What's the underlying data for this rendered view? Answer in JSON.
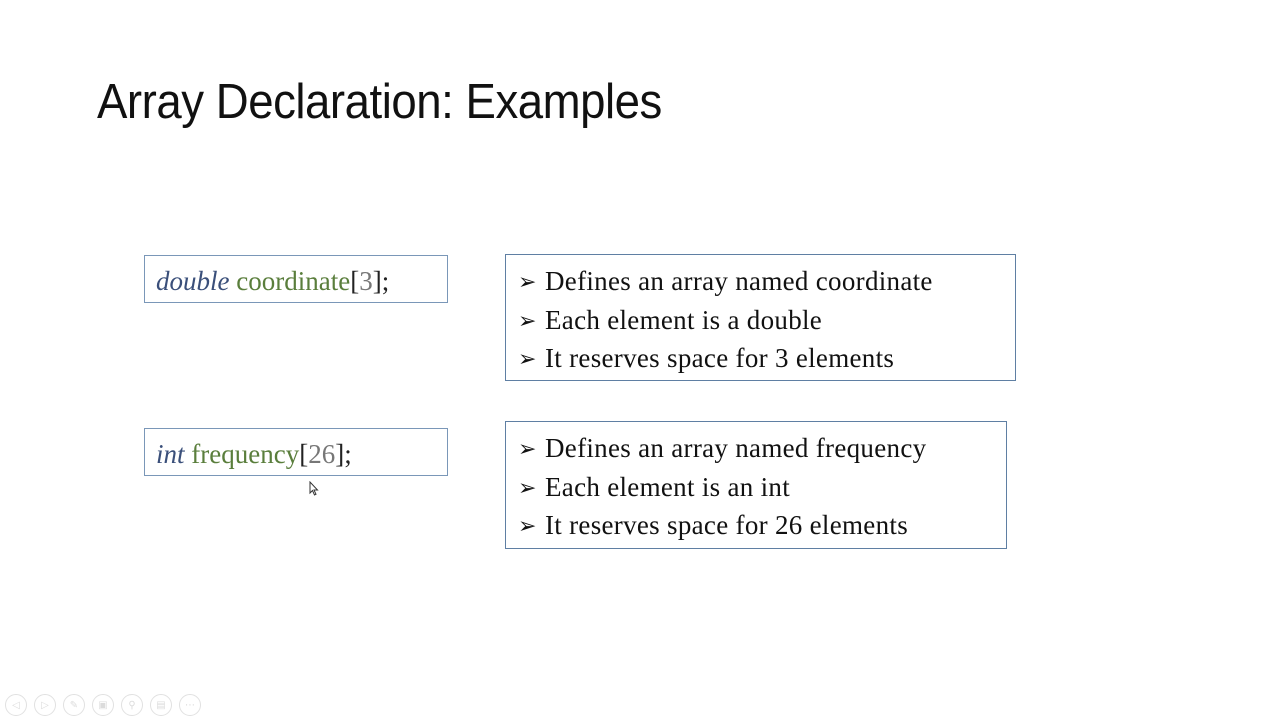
{
  "slide": {
    "title": "Array Declaration: Examples",
    "examples": [
      {
        "code": {
          "type": "double",
          "name": "coordinate",
          "open": "[",
          "size": "3",
          "close": "];"
        },
        "bullets": [
          "Defines an array named coordinate",
          "Each element is a double",
          "It reserves space for 3 elements"
        ]
      },
      {
        "code": {
          "type": "int",
          "name": "frequency",
          "open": "[",
          "size": "26",
          "close": "];"
        },
        "bullets": [
          "Defines an array named frequency",
          "Each element is an int",
          "It reserves space for 26 elements"
        ]
      }
    ],
    "bullet_icon": "arrowhead-bullet-icon"
  },
  "toolbar": {
    "buttons": [
      {
        "icon": "previous-icon",
        "glyph": "◁"
      },
      {
        "icon": "next-icon",
        "glyph": "▷"
      },
      {
        "icon": "pen-icon",
        "glyph": "✎"
      },
      {
        "icon": "slides-icon",
        "glyph": "▣"
      },
      {
        "icon": "zoom-icon",
        "glyph": "⚲"
      },
      {
        "icon": "subtitles-icon",
        "glyph": "▤"
      },
      {
        "icon": "more-options-icon",
        "glyph": "⋯"
      }
    ]
  },
  "colors": {
    "keyword": "#3a4f7a",
    "identifier": "#5a7e3c",
    "number": "#777777",
    "box_border": "#5f7fa3"
  }
}
